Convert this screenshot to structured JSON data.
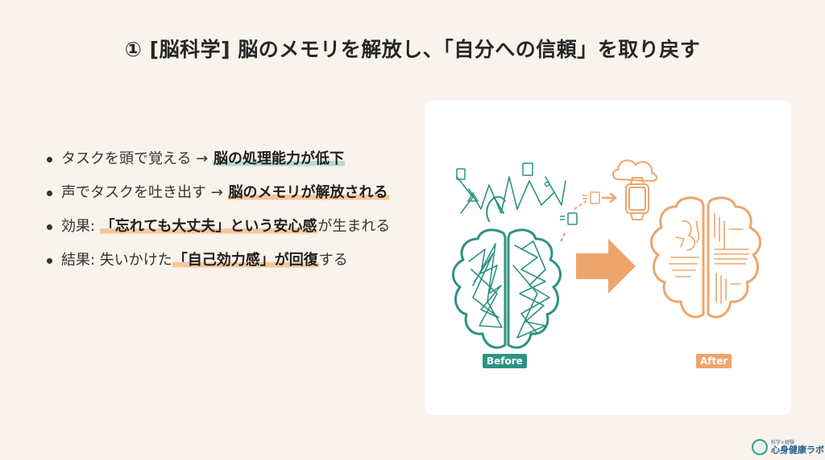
{
  "slide": {
    "title": "① [脳科学] 脳のメモリを解放し、「自分への信頼」を取り戻す"
  },
  "bullets": [
    {
      "pre": "タスクを頭で覚える → ",
      "highlight": "脳の処理能力が低下",
      "post": "",
      "highlight_color": "teal"
    },
    {
      "pre": "声でタスクを吐き出す → ",
      "highlight": "脳のメモリが解放される",
      "post": "",
      "highlight_color": "orange"
    },
    {
      "pre": "効果: ",
      "highlight": "「忘れても大丈夫」という安心感",
      "post": "が生まれる",
      "highlight_color": "orange"
    },
    {
      "pre": "結果: 失いかけた",
      "highlight": "「自己効力感」が回復",
      "post": "する",
      "highlight_color": "orange"
    }
  ],
  "illustration": {
    "before_label": "Before",
    "after_label": "After",
    "icons": [
      "tangled-brain-icon",
      "document-icon",
      "cloud-icon",
      "smartwatch-icon",
      "arrow-right-icon",
      "organized-brain-icon"
    ],
    "colors": {
      "teal": "#2e9283",
      "orange": "#eea56c",
      "highlight_teal": "#b6dcd3",
      "highlight_orange": "#f6c79c"
    }
  },
  "logo": {
    "sub": "科学×経験",
    "main": "心身健康ラボ"
  }
}
